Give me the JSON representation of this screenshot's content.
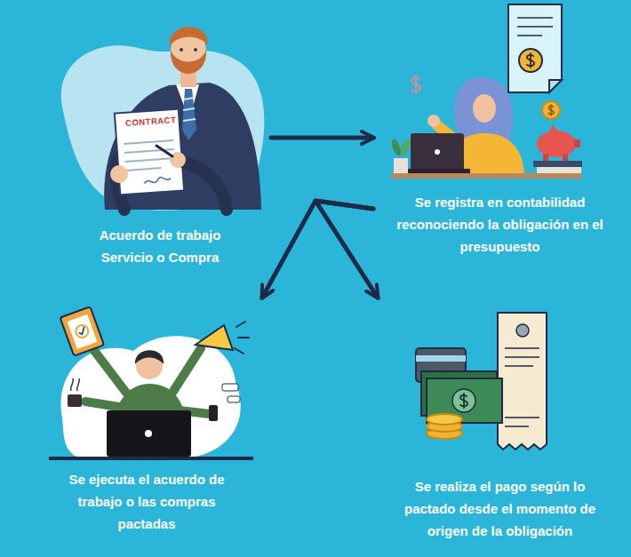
{
  "diagram": {
    "nodes": [
      {
        "text": [
          "Acuerdo de trabajo Servicio o Compra"
        ]
      },
      {
        "text": [
          "Se registra en contabilidad reconociendo la obligación en el presupuesto"
        ]
      },
      {
        "text": [
          "Se ejecuta el acuerdo de trabajo o las compras pactadas"
        ]
      },
      {
        "text": [
          "Se realiza el pago según lo pactado desde el momento de origen de la obligación"
        ]
      }
    ],
    "edges": [
      {
        "from": 0,
        "to": 1,
        "arrow": "to"
      },
      {
        "from": 1,
        "to": 2,
        "arrow": "to"
      },
      {
        "from": 1,
        "to": 3,
        "arrow": "to"
      }
    ],
    "labels": [
      "CONTRACT"
    ]
  }
}
